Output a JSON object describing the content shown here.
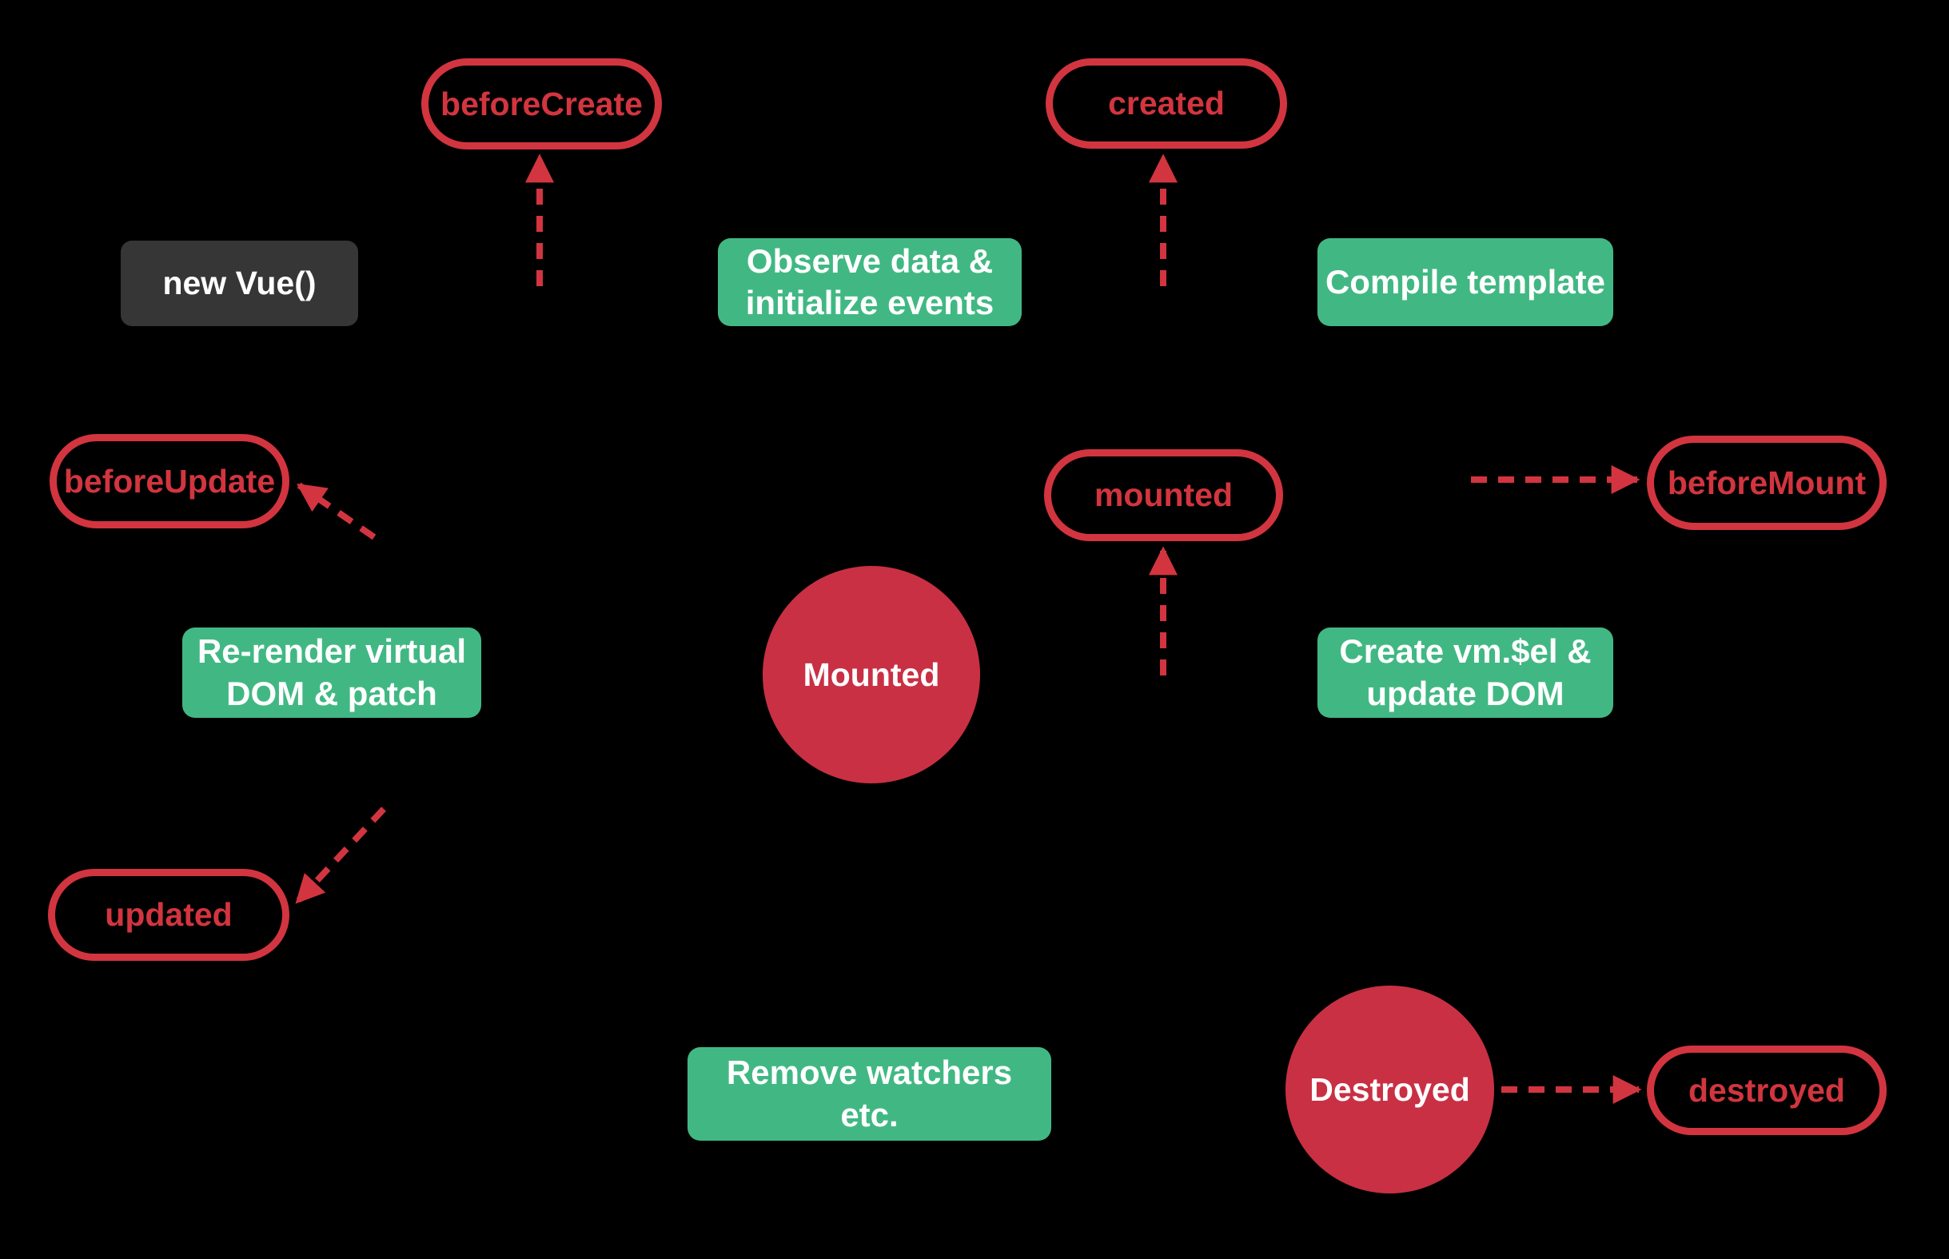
{
  "colors": {
    "background": "#000000",
    "red": "#d2353f",
    "red_fill": "#c93044",
    "green": "#41b883",
    "dark_box": "#363636",
    "white": "#ffffff"
  },
  "nodes": {
    "before_create": {
      "label": "beforeCreate",
      "type": "hook-pill"
    },
    "created": {
      "label": "created",
      "type": "hook-pill"
    },
    "new_vue": {
      "label": "new Vue()",
      "type": "dark-box"
    },
    "observe": {
      "label": "Observe data & initialize events",
      "type": "green-box"
    },
    "compile": {
      "label": "Compile template",
      "type": "green-box"
    },
    "before_update": {
      "label": "beforeUpdate",
      "type": "hook-pill"
    },
    "mounted_hook": {
      "label": "mounted",
      "type": "hook-pill"
    },
    "before_mount": {
      "label": "beforeMount",
      "type": "hook-pill"
    },
    "rerender": {
      "label": "Re-render virtual DOM & patch",
      "type": "green-box"
    },
    "mounted_state": {
      "label": "Mounted",
      "type": "red-circle"
    },
    "create_vm": {
      "label": "Create vm.$el & update DOM",
      "type": "green-box"
    },
    "updated": {
      "label": "updated",
      "type": "hook-pill"
    },
    "remove_watchers": {
      "label": "Remove watchers etc.",
      "type": "green-box"
    },
    "destroyed_state": {
      "label": "Destroyed",
      "type": "red-circle"
    },
    "destroyed_hook": {
      "label": "destroyed",
      "type": "hook-pill"
    }
  },
  "arrows": [
    {
      "target": "beforeCreate",
      "direction": "up",
      "style": "dashed-red"
    },
    {
      "target": "created",
      "direction": "up",
      "style": "dashed-red"
    },
    {
      "target": "beforeUpdate",
      "direction": "up-left",
      "style": "dashed-red"
    },
    {
      "target": "mounted",
      "direction": "up",
      "style": "dashed-red"
    },
    {
      "target": "beforeMount",
      "direction": "right",
      "style": "dashed-red"
    },
    {
      "target": "updated",
      "direction": "down-left",
      "style": "dashed-red"
    },
    {
      "target": "destroyed",
      "direction": "right",
      "from": "Destroyed",
      "style": "dashed-red"
    }
  ]
}
